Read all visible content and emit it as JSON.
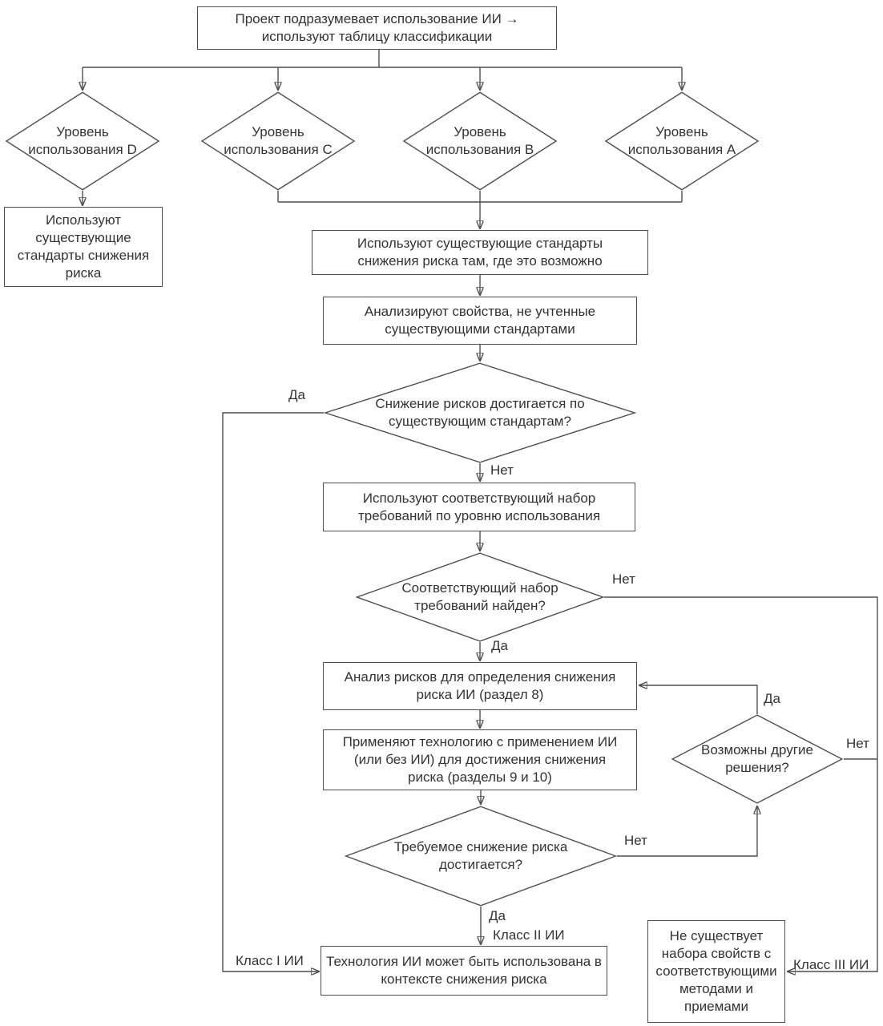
{
  "colors": {
    "background": "#ffffff",
    "line": "#4f4f4f",
    "box_border": "#4f4f4f",
    "text": "#333333",
    "arrowhead": "#1a1a1a"
  },
  "nodes": {
    "start": {
      "shape": "box",
      "text": "Проект подразумевает использование ИИ →\nиспользуют таблицу классификации"
    },
    "level_d": {
      "shape": "diamond",
      "text": "Уровень\nиспользования D"
    },
    "level_c": {
      "shape": "diamond",
      "text": "Уровень\nиспользования C"
    },
    "level_b": {
      "shape": "diamond",
      "text": "Уровень\nиспользования B"
    },
    "level_a": {
      "shape": "diamond",
      "text": "Уровень\nиспользования A"
    },
    "use_existing_standards": {
      "shape": "box",
      "text": "Используют\nсуществующие\nстандарты снижения\nриска"
    },
    "use_existing_where_possible": {
      "shape": "box",
      "text": "Используют существующие стандарты\nснижения риска там, где это возможно"
    },
    "analyze_properties": {
      "shape": "box",
      "text": "Анализируют свойства, не учтенные\nсуществующими стандартами"
    },
    "risk_reduced_by_standards": {
      "shape": "diamond",
      "text": "Снижение рисков достигается по\nсуществующим стандартам?"
    },
    "use_requirements_set": {
      "shape": "box",
      "text": "Используют соответствующий набор\nтребований по уровню использования"
    },
    "requirements_found": {
      "shape": "diamond",
      "text": "Соответствующий набор\nтребований найден?"
    },
    "risk_analysis": {
      "shape": "box",
      "text": "Анализ рисков для определения снижения\nриска ИИ (раздел 8)"
    },
    "apply_technology": {
      "shape": "box",
      "text": "Применяют технологию с применением ИИ\n(или без ИИ) для достижения снижения\nриска (разделы 9 и 10)"
    },
    "required_reduction_achieved": {
      "shape": "diamond",
      "text": "Требуемое снижение риска\nдостигается?"
    },
    "other_solutions": {
      "shape": "diamond",
      "text": "Возможны другие\nрешения?"
    },
    "technology_usable": {
      "shape": "box",
      "text": "Технология ИИ может быть использована в\nконтексте снижения риска"
    },
    "no_property_set": {
      "shape": "box",
      "text": "Не существует\nнабора свойств с\nсоответствующими\nметодами и\nприемами"
    }
  },
  "edge_labels": {
    "yes": "Да",
    "no": "Нет",
    "class_1": "Класс I ИИ",
    "class_2": "Класс II ИИ",
    "class_3": "Класс III ИИ"
  }
}
